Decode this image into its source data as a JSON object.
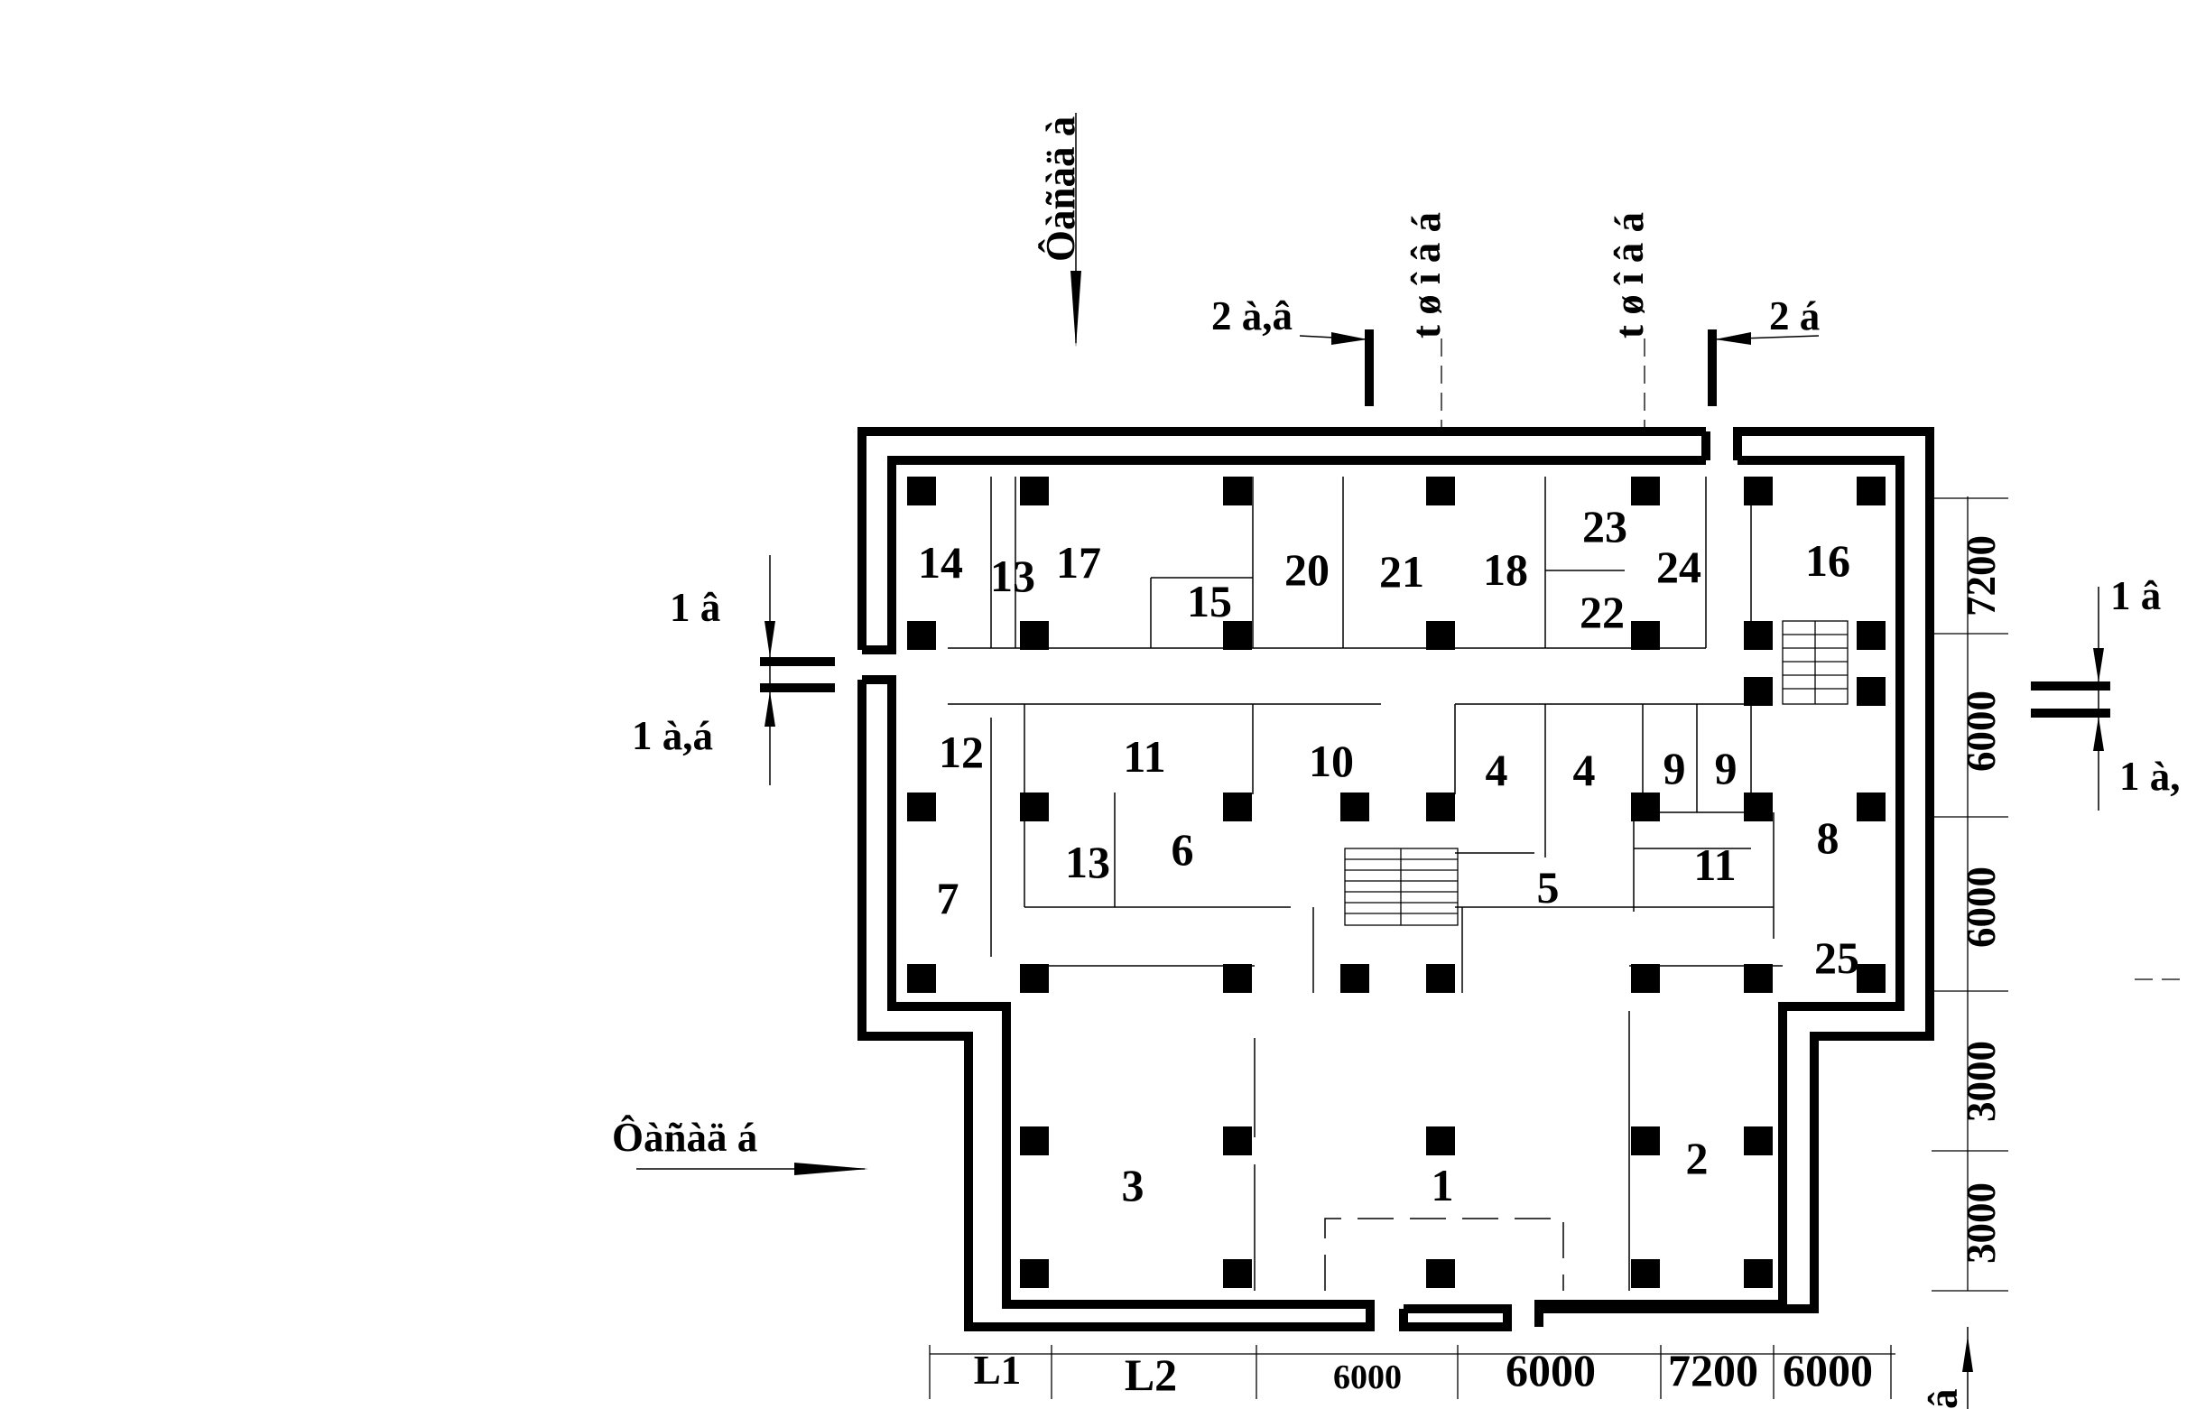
{
  "rooms": {
    "r1": "1",
    "r2": "2",
    "r3": "3",
    "r4a": "4",
    "r4b": "4",
    "r5": "5",
    "r6": "6",
    "r7": "7",
    "r8": "8",
    "r9a": "9",
    "r9b": "9",
    "r10": "10",
    "r11a": "11",
    "r11b": "11",
    "r12": "12",
    "r13a": "13",
    "r13b": "13",
    "r14": "14",
    "r15": "15",
    "r16": "16",
    "r17": "17",
    "r18": "18",
    "r20": "20",
    "r21": "21",
    "r22": "22",
    "r23": "23",
    "r24": "24",
    "r25": "25"
  },
  "dimensions": {
    "bottom": [
      "L1",
      "L2",
      "6000",
      "6000",
      "7200",
      "6000"
    ],
    "right": [
      "7200",
      "6000",
      "6000",
      "3000",
      "3000"
    ]
  },
  "annotations": {
    "section_a": "Ôàñàä à",
    "section_b": "Ôàñàä á",
    "cut_2av": "2 à,â",
    "cut_2b": "2 á",
    "axis_1": "t ø î â á",
    "axis_2": "t ø î â á",
    "cut_1v_left": "1 â",
    "cut_1ab_left": "1 à,á",
    "cut_1v_right": "1 â",
    "cut_1ab_right": "1 à,",
    "corner_mark": "â"
  }
}
